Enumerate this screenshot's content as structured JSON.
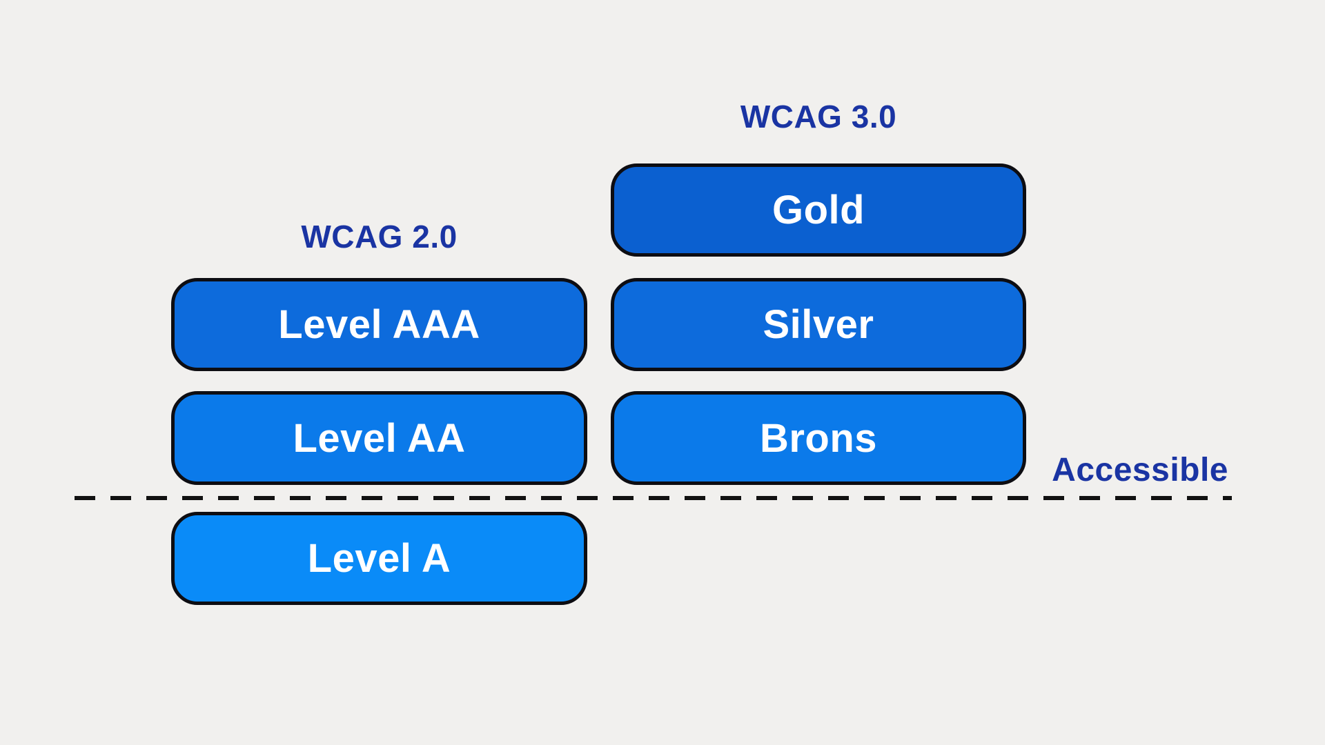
{
  "diagram": {
    "title_implied": "WCAG 2.0 vs WCAG 3.0 conformance levels",
    "columns": [
      {
        "id": "wcag2",
        "heading": "WCAG 2.0"
      },
      {
        "id": "wcag3",
        "heading": "WCAG 3.0"
      }
    ],
    "pills": [
      {
        "id": "gold",
        "label": "Gold",
        "column": "WCAG 3.0",
        "row": 1,
        "color": "#0b60d0"
      },
      {
        "id": "level-aaa",
        "label": "Level AAA",
        "column": "WCAG 2.0",
        "row": 2,
        "color": "#0d6bdc"
      },
      {
        "id": "silver",
        "label": "Silver",
        "column": "WCAG 3.0",
        "row": 2,
        "color": "#0d6bdc"
      },
      {
        "id": "level-aa",
        "label": "Level AA",
        "column": "WCAG 2.0",
        "row": 3,
        "color": "#0b7aea"
      },
      {
        "id": "brons",
        "label": "Brons",
        "column": "WCAG 3.0",
        "row": 3,
        "color": "#0b7aea"
      },
      {
        "id": "level-a",
        "label": "Level A",
        "column": "WCAG 2.0",
        "row": 4,
        "color": "#0a8bf8"
      }
    ],
    "divider": {
      "label": "Accessible",
      "style": "dashed",
      "meaning": "levels above the line are accessible"
    },
    "colors": {
      "background": "#f1f0ee",
      "heading_text": "#1a34a3",
      "pill_border": "#0d0d12",
      "pill_label_text": "#ffffff",
      "divider_line": "#111111"
    }
  }
}
